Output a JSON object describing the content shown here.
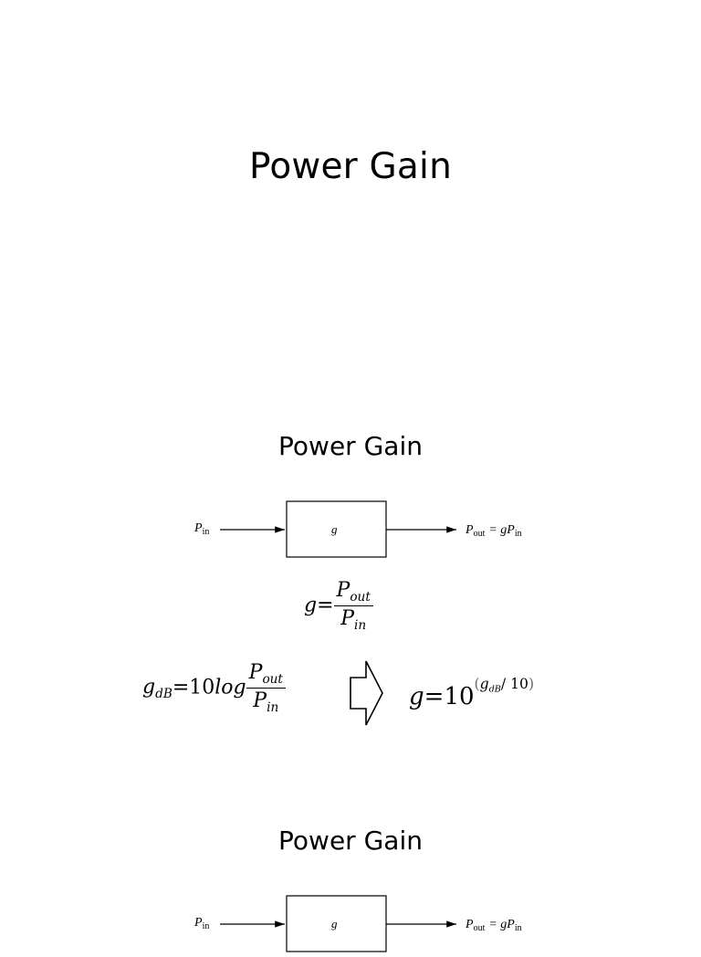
{
  "page": {
    "title": "Power Gain"
  },
  "slides": [
    {
      "title": "Power Gain",
      "diagram": {
        "input_label": "P",
        "input_sub": "in",
        "block_label": "g",
        "output_label": "P",
        "output_sub": "out",
        "output_rhs": "= gP",
        "output_rhs_sub": "in"
      },
      "equation1": {
        "lhs": "g",
        "eq": "=",
        "num": "P",
        "num_sub": "out",
        "den": "P",
        "den_sub": "in"
      },
      "equation2": {
        "lhs": "g",
        "lhs_sub": "dB",
        "eq": "=",
        "coef": "10",
        "func": "log",
        "num": "P",
        "num_sub": "out",
        "den": "P",
        "den_sub": "in"
      },
      "equation3": {
        "lhs": "g",
        "eq": "=",
        "base": "10",
        "exp_open": "(",
        "exp_var": "g",
        "exp_sub": "dB",
        "exp_div": "/ 10",
        "exp_close": ")"
      }
    },
    {
      "title": "Power Gain",
      "diagram": {
        "input_label": "P",
        "input_sub": "in",
        "block_label": "g",
        "output_label": "P",
        "output_sub": "out",
        "output_rhs": "= gP",
        "output_rhs_sub": "in"
      }
    }
  ]
}
